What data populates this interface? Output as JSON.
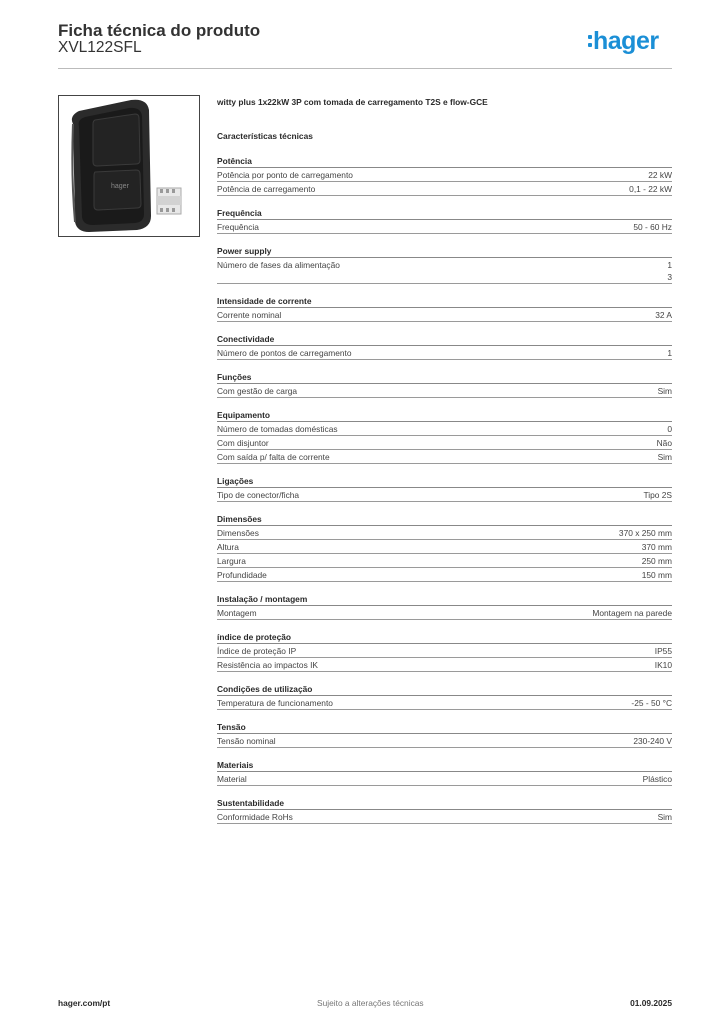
{
  "header": {
    "title": "Ficha técnica do produto",
    "code": "XVL122SFL",
    "logo_text": "hager",
    "logo_color": "#1b8fd6"
  },
  "product": {
    "description": "witty plus 1x22kW 3P com tomada de carregamento T2S e flow-GCE",
    "image_label": "hager"
  },
  "section_title": "Características técnicas",
  "groups": [
    {
      "title": "Potência",
      "rows": [
        {
          "label": "Potência por ponto de carregamento",
          "values": [
            "22 kW"
          ]
        },
        {
          "label": "Potência de carregamento",
          "values": [
            "0,1 - 22 kW"
          ]
        }
      ]
    },
    {
      "title": "Frequência",
      "rows": [
        {
          "label": "Frequência",
          "values": [
            "50 - 60 Hz"
          ]
        }
      ]
    },
    {
      "title": "Power supply",
      "rows": [
        {
          "label": "Número de fases da alimentação",
          "values": [
            "1",
            "3"
          ]
        }
      ]
    },
    {
      "title": "Intensidade de corrente",
      "rows": [
        {
          "label": "Corrente nominal",
          "values": [
            "32 A"
          ]
        }
      ]
    },
    {
      "title": "Conectividade",
      "rows": [
        {
          "label": "Número de pontos de carregamento",
          "values": [
            "1"
          ]
        }
      ]
    },
    {
      "title": "Funções",
      "rows": [
        {
          "label": "Com gestão de carga",
          "values": [
            "Sim"
          ]
        }
      ]
    },
    {
      "title": "Equipamento",
      "rows": [
        {
          "label": "Número de tomadas domésticas",
          "values": [
            "0"
          ]
        },
        {
          "label": "Com disjuntor",
          "values": [
            "Não"
          ]
        },
        {
          "label": "Com saída p/ falta de corrente",
          "values": [
            "Sim"
          ]
        }
      ]
    },
    {
      "title": "Ligações",
      "rows": [
        {
          "label": "Tipo de conector/ficha",
          "values": [
            "Tipo 2S"
          ]
        }
      ]
    },
    {
      "title": "Dimensões",
      "rows": [
        {
          "label": "Dimensões",
          "values": [
            "370 x 250 mm"
          ]
        },
        {
          "label": "Altura",
          "values": [
            "370 mm"
          ]
        },
        {
          "label": "Largura",
          "values": [
            "250 mm"
          ]
        },
        {
          "label": "Profundidade",
          "values": [
            "150 mm"
          ]
        }
      ]
    },
    {
      "title": "Instalação / montagem",
      "rows": [
        {
          "label": "Montagem",
          "values": [
            "Montagem na parede"
          ]
        }
      ]
    },
    {
      "title": "índice de proteção",
      "rows": [
        {
          "label": "Índice de proteção IP",
          "values": [
            "IP55"
          ]
        },
        {
          "label": "Resistência ao impactos IK",
          "values": [
            "IK10"
          ]
        }
      ]
    },
    {
      "title": "Condições de utilização",
      "rows": [
        {
          "label": "Temperatura de funcionamento",
          "values": [
            "-25 - 50 °C"
          ]
        }
      ]
    },
    {
      "title": "Tensão",
      "rows": [
        {
          "label": "Tensão nominal",
          "values": [
            "230-240 V"
          ]
        }
      ]
    },
    {
      "title": "Materiais",
      "rows": [
        {
          "label": "Material",
          "values": [
            "Plástico"
          ]
        }
      ]
    },
    {
      "title": "Sustentabilidade",
      "rows": [
        {
          "label": "Conformidade RoHs",
          "values": [
            "Sim"
          ]
        }
      ]
    }
  ],
  "footer": {
    "website": "hager.com/pt",
    "notice": "Sujeito a alterações técnicas",
    "date": "01.09.2025"
  }
}
